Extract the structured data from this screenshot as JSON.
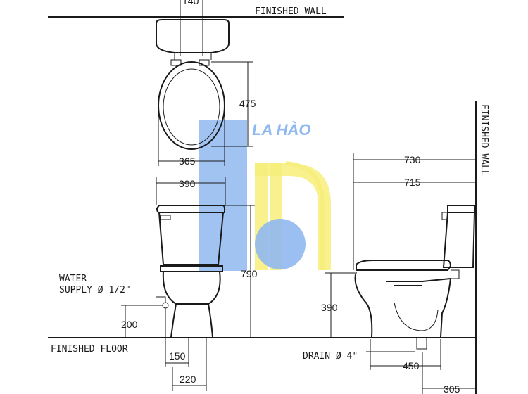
{
  "labels": {
    "finished_wall_top": "FINISHED WALL",
    "finished_wall_side": "FINISHED WALL",
    "finished_floor": "FINISHED FLOOR",
    "water_supply_line1": "WATER",
    "water_supply_line2": "SUPPLY Ø 1/2\"",
    "drain": "DRAIN Ø 4\""
  },
  "dimensions": {
    "d140": "140",
    "d475": "475",
    "d365": "365",
    "d390_width": "390",
    "d790": "790",
    "d200": "200",
    "d150": "150",
    "d220": "220",
    "d730": "730",
    "d715": "715",
    "d390_height": "390",
    "d450": "450",
    "d305": "305"
  },
  "watermark": {
    "text": "LA HÀO",
    "blue": "#8fb8ee",
    "yellow": "#f7ef7a"
  }
}
